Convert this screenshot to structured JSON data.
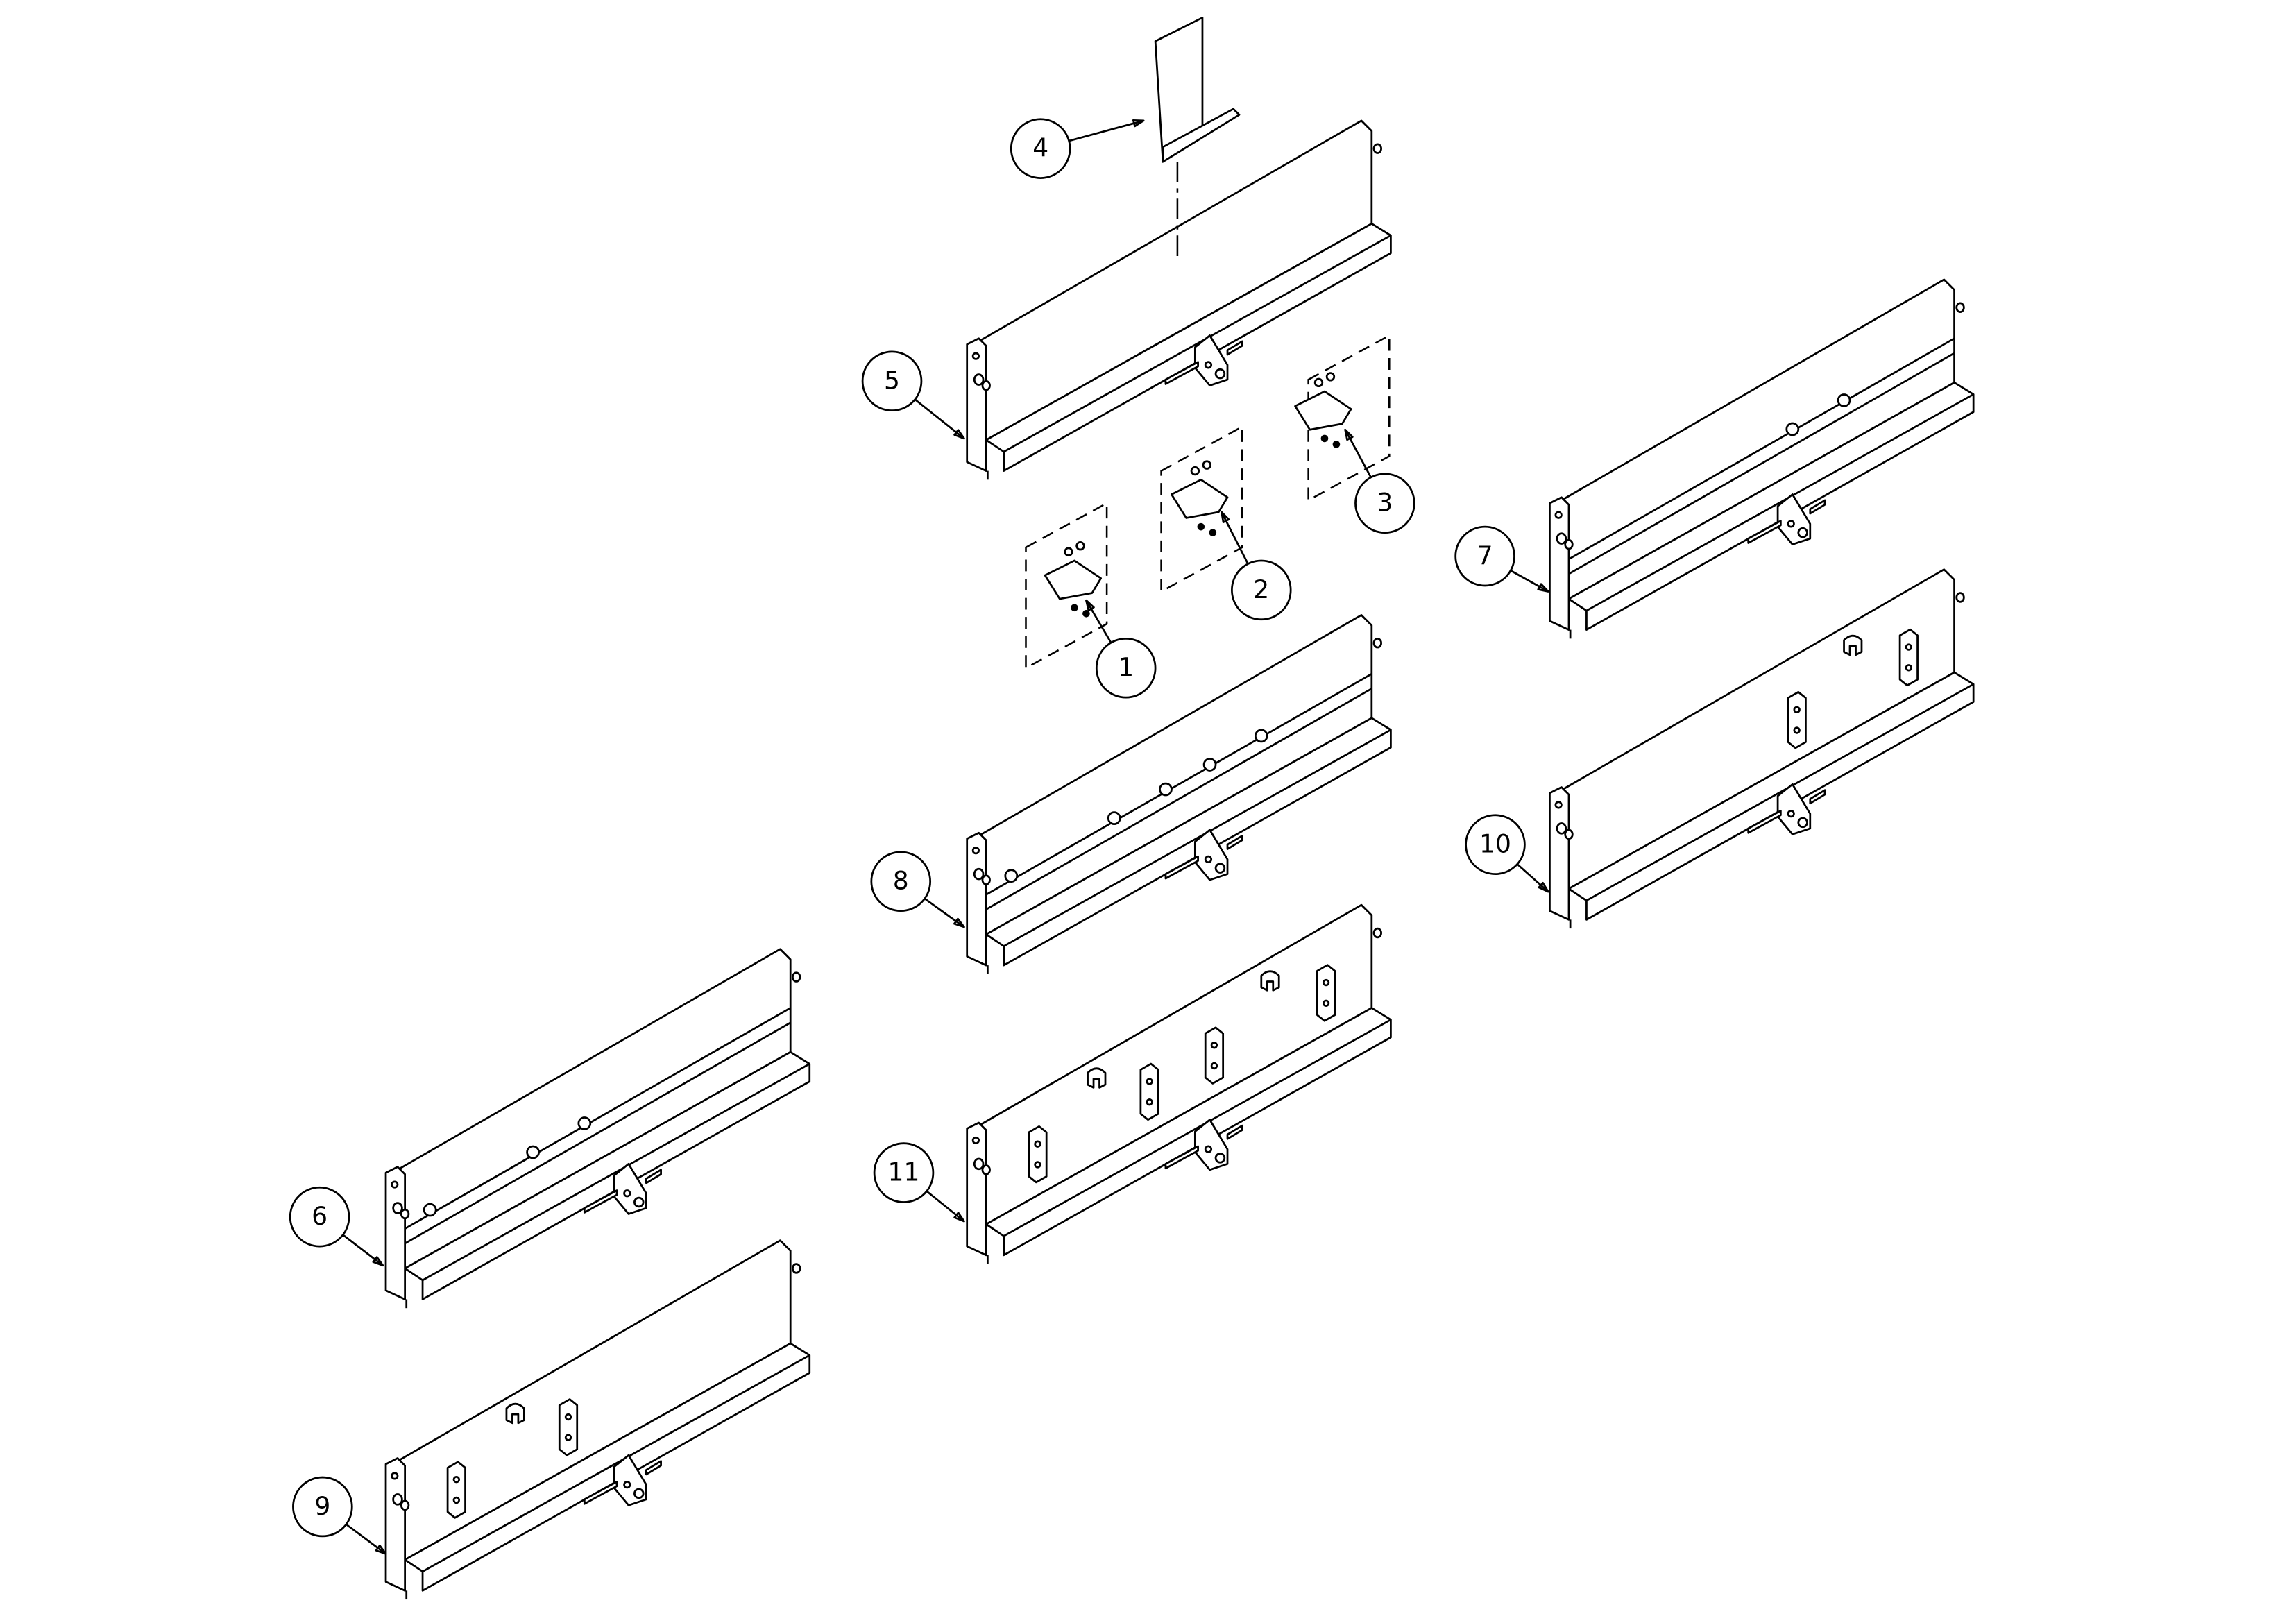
{
  "diagram": {
    "type": "exploded parts assembly",
    "callouts": [
      {
        "label": "1",
        "part": "bracket-1"
      },
      {
        "label": "2",
        "part": "bracket-2"
      },
      {
        "label": "3",
        "part": "bracket-3"
      },
      {
        "label": "4",
        "part": "divider-plate"
      },
      {
        "label": "5",
        "part": "panel-5"
      },
      {
        "label": "6",
        "part": "panel-6"
      },
      {
        "label": "7",
        "part": "panel-7"
      },
      {
        "label": "8",
        "part": "panel-8"
      },
      {
        "label": "9",
        "part": "panel-9"
      },
      {
        "label": "10",
        "part": "panel-10"
      },
      {
        "label": "11",
        "part": "panel-11"
      }
    ]
  }
}
